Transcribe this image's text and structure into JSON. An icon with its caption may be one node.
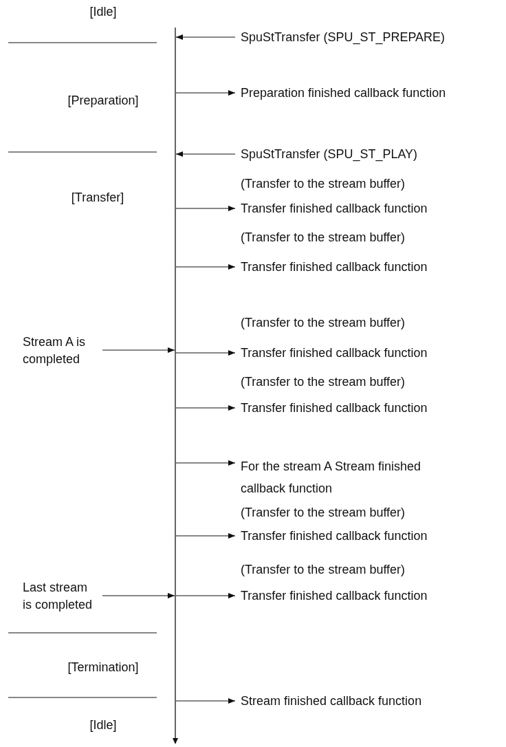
{
  "diagram": {
    "nodes": [
      {
        "text": [],
        "shape": "line"
      },
      {
        "text": [
          "SpuStTransfer (SPU_ST_PREPARE)"
        ]
      },
      {
        "text": [
          "Preparation finished callback function"
        ]
      },
      {
        "text": [
          "SpuStTransfer (SPU_ST_PLAY)"
        ]
      },
      {
        "text": [
          "Transfer finished callback function"
        ]
      },
      {
        "text": [
          "Transfer finished callback function"
        ]
      },
      {
        "text": [
          "Stream A is completed"
        ]
      },
      {
        "text": [
          "Transfer finished callback function"
        ]
      },
      {
        "text": [
          "Transfer finished callback function"
        ]
      },
      {
        "text": [
          "For the stream A Stream finished callback function"
        ]
      },
      {
        "text": [
          "Transfer finished callback function"
        ]
      },
      {
        "text": [
          "Last stream is completed"
        ]
      },
      {
        "text": [
          "Transfer finished callback function"
        ]
      },
      {
        "text": [
          "Stream finished callback function"
        ]
      }
    ],
    "edges": [
      {
        "from": 1,
        "to": 0,
        "arrow": "to"
      },
      {
        "from": 0,
        "to": 2,
        "arrow": "to"
      },
      {
        "from": 3,
        "to": 0,
        "arrow": "to"
      },
      {
        "from": 0,
        "to": 4,
        "arrow": "to"
      },
      {
        "from": 0,
        "to": 5,
        "arrow": "to"
      },
      {
        "from": 6,
        "to": 0,
        "arrow": "to"
      },
      {
        "from": 0,
        "to": 7,
        "arrow": "to"
      },
      {
        "from": 0,
        "to": 8,
        "arrow": "to"
      },
      {
        "from": 0,
        "to": 9,
        "arrow": "to"
      },
      {
        "from": 0,
        "to": 10,
        "arrow": "to"
      },
      {
        "from": 11,
        "to": 0,
        "arrow": "to"
      },
      {
        "from": 0,
        "to": 12,
        "arrow": "to"
      },
      {
        "from": 0,
        "to": 13,
        "arrow": "to"
      }
    ],
    "labels": [
      "[Idle]",
      "[Preparation]",
      "(Transfer to the stream buffer)",
      "[Transfer]",
      "(Transfer to the stream buffer)",
      "(Transfer to the stream buffer)",
      "(Transfer to the stream buffer)",
      "(Transfer to the stream buffer)",
      "(Transfer to the stream buffer)",
      "[Termination]",
      "[Idle]"
    ]
  }
}
